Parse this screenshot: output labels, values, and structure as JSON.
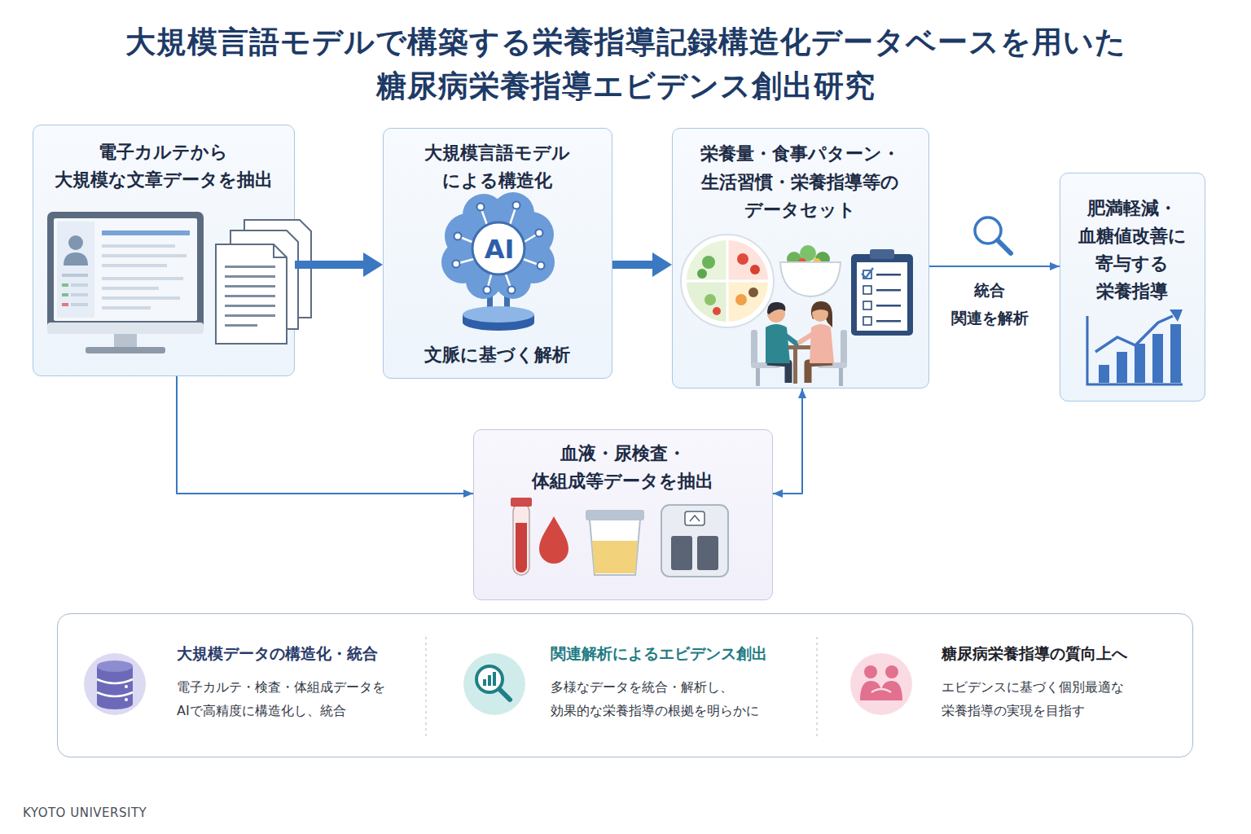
{
  "diagram": {
    "title": "大規模言語モデルで構築する栄養指導記録構造化データベースを用いた 糖尿病栄養指導エビデンス創出研究",
    "nodes": [
      {
        "text": [
          "電子カルテから 大規模な文章データを抽出"
        ]
      },
      {
        "text": [
          "大規模言語モデル による構造化",
          "AI",
          "文脈に基づく解析"
        ]
      },
      {
        "text": [
          "栄養量・食事パターン・ 生活習慣・栄養指導等の データセット"
        ]
      },
      {
        "text": [
          "肥満軽減・ 血糖値改善に 寄与する 栄養指導"
        ]
      },
      {
        "text": [
          "血液・尿検査・ 体組成等データを抽出"
        ]
      },
      {
        "text": [
          "大規模データの構造化・統合",
          "電子カルテ・検査・体組成データを AIで高精度に構造化し、統合",
          "関連解析によるエビデンス創出",
          "多様なデータを統合・解析し、 効果的な栄養指導の根拠を明らかに",
          "糖尿病栄養指導の質向上へ",
          "エビデンスに基づく個別最適な 栄養指導の実現を目指す"
        ]
      }
    ],
    "edges": [
      {
        "from": 0,
        "to": 1,
        "arrow": "to"
      },
      {
        "from": 1,
        "to": 2,
        "arrow": "to"
      },
      {
        "from": 2,
        "to": 3,
        "label": "統合 関連を解析",
        "arrow": "to"
      },
      {
        "from": 0,
        "to": 4,
        "arrow": "to"
      },
      {
        "from": 4,
        "to": 2,
        "arrow": "both"
      }
    ],
    "labels": [
      "KYOTO UNIVERSITY"
    ]
  }
}
